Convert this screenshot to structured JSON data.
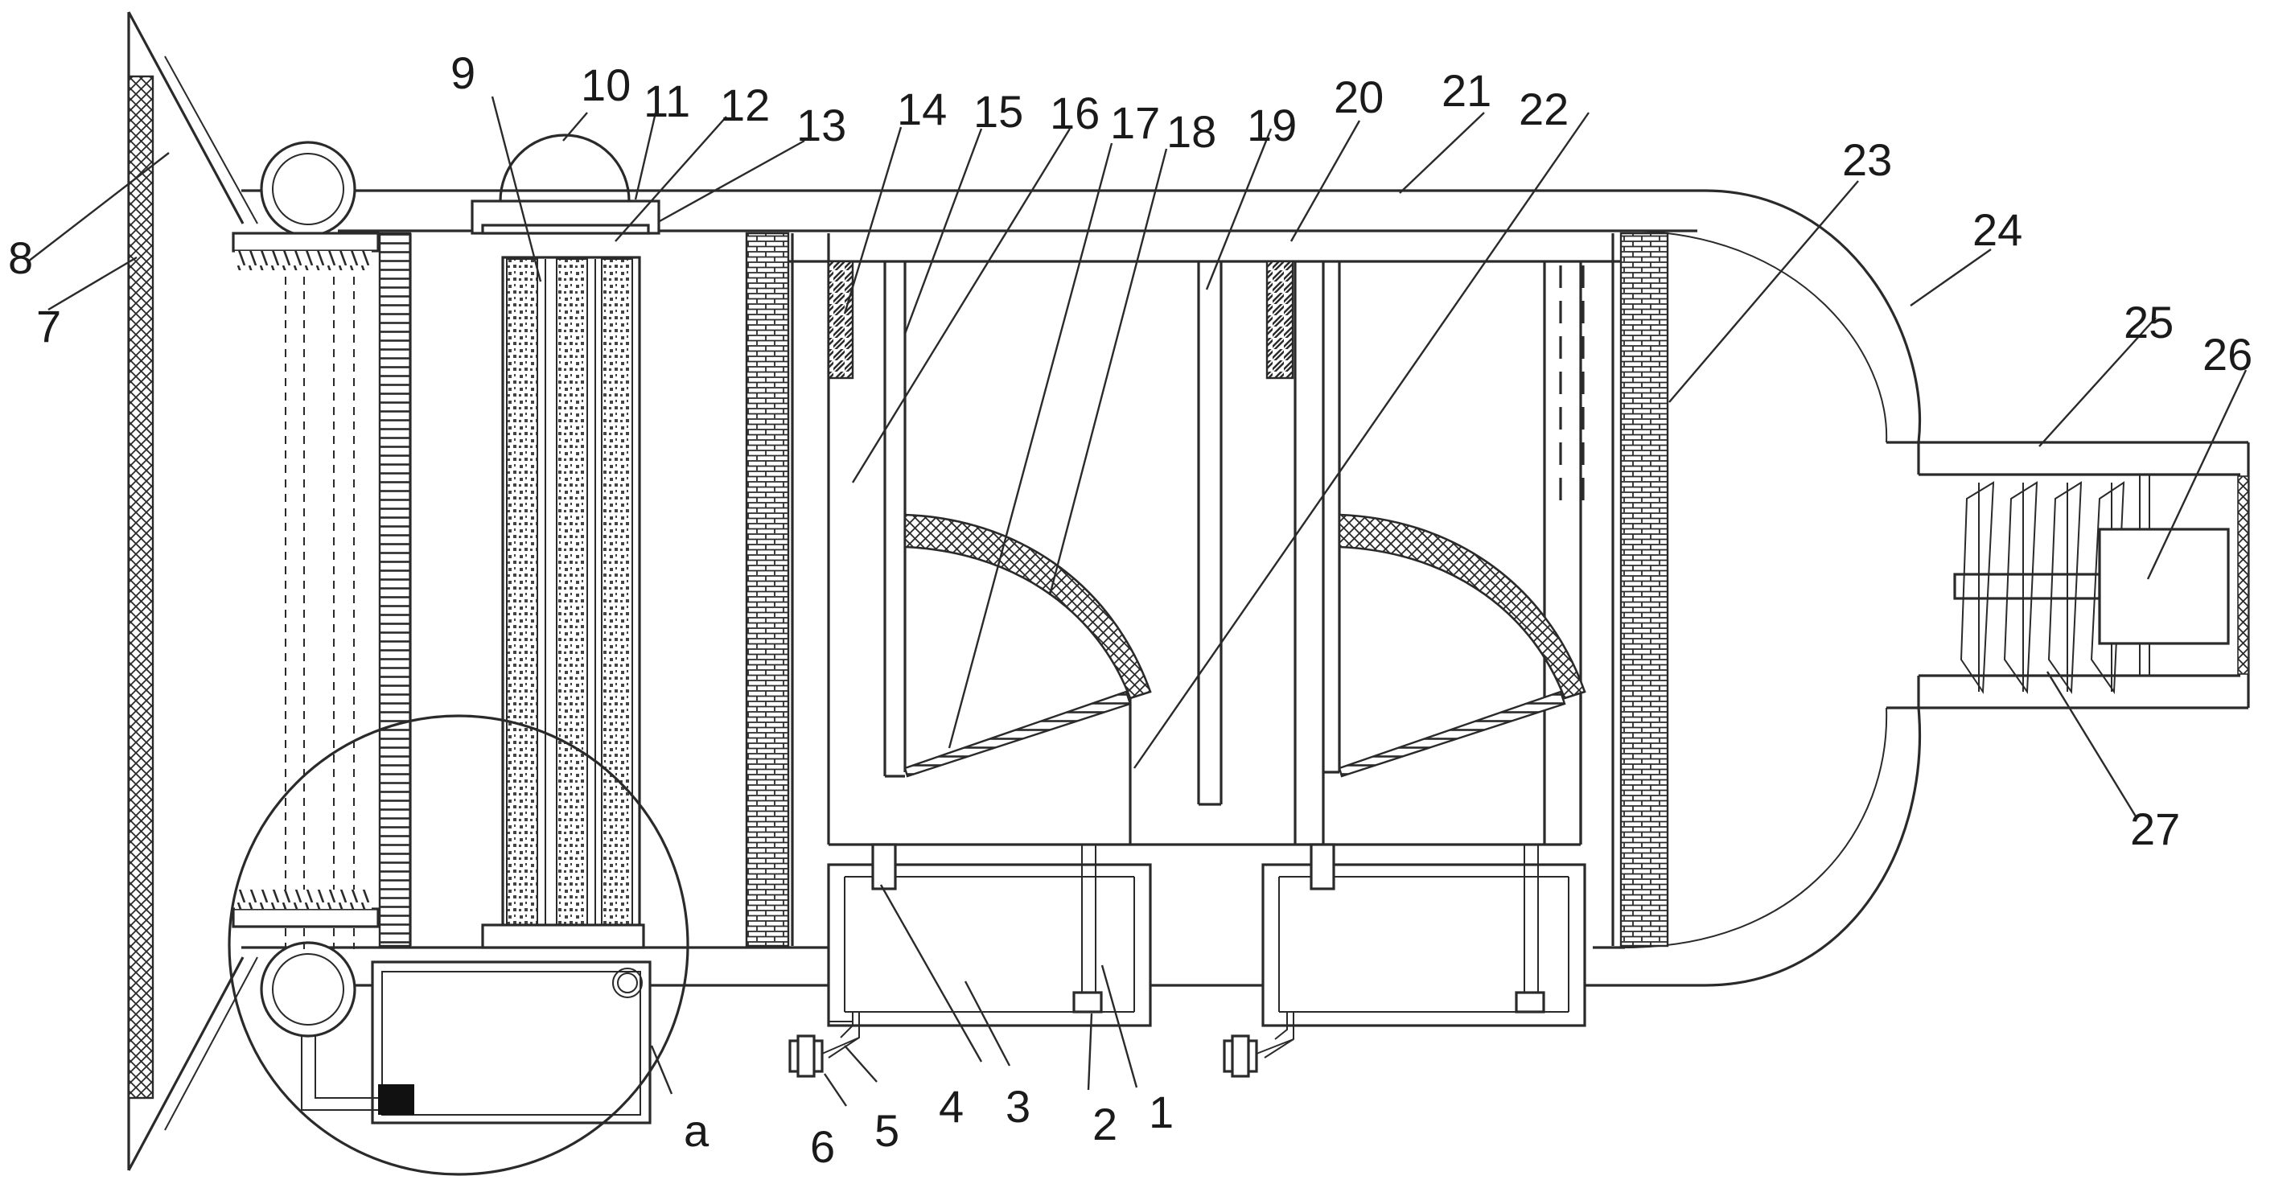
{
  "diagram": {
    "labels": [
      "1",
      "2",
      "3",
      "4",
      "5",
      "6",
      "7",
      "8",
      "9",
      "10",
      "11",
      "12",
      "13",
      "14",
      "15",
      "16",
      "17",
      "18",
      "19",
      "20",
      "21",
      "22",
      "23",
      "24",
      "25",
      "26",
      "27",
      "a"
    ],
    "colors": {
      "line": "#2a2a2a",
      "background": "#ffffff",
      "fill_solid": "#111111"
    }
  }
}
